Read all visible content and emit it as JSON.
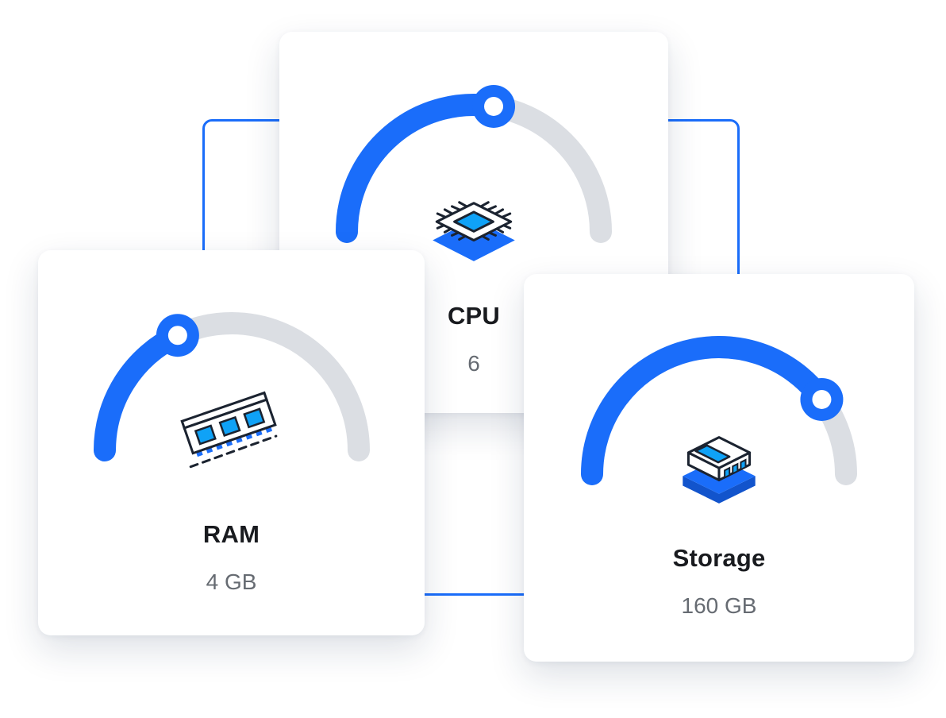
{
  "accent_color": "#1A6DFA",
  "secondary_blue": "#0FA2F7",
  "dark_blue": "#1254CC",
  "track_color": "#DBDEE3",
  "outline_color": "#1B2330",
  "chart_data": [
    {
      "type": "gauge",
      "title": "CPU",
      "display_value": "6",
      "value": 6,
      "unit": "",
      "progress_fraction": 0.55,
      "range_degrees": 180
    },
    {
      "type": "gauge",
      "title": "RAM",
      "display_value": "4 GB",
      "value": 4,
      "unit": "GB",
      "progress_fraction": 0.36,
      "range_degrees": 180
    },
    {
      "type": "gauge",
      "title": "Storage",
      "display_value": "160 GB",
      "value": 160,
      "unit": "GB",
      "progress_fraction": 0.8,
      "range_degrees": 180
    }
  ]
}
